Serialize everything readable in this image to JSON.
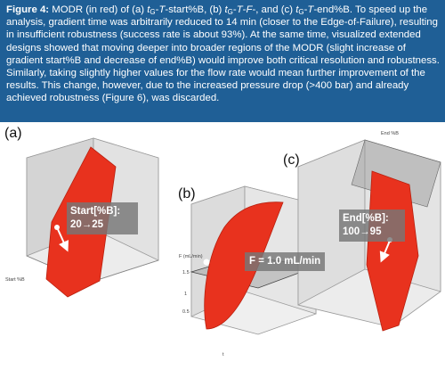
{
  "caption": {
    "label": "Figure 4:",
    "part1": " MODR (in red) of (a) ",
    "part2": "-start%B, (b) ",
    "part3": "-",
    "part4": "-, and (c) ",
    "part5": "-end%B. To speed up the analysis, gradient time was arbitrarily reduced to 14 min (closer to the Edge-of-Failure), resulting in insufficient robustness (success rate is about 93%). At the same time, visualized extended designs showed that moving deeper into broader regions of the MODR (slight increase of gradient start%B and decrease of end%B) would improve both critical resolution and robustness. Similarly, taking slightly higher values for the flow rate would mean further improvement of the results. This change, however, due to the increased pressure drop (>400 bar) and already achieved robustness (Figure 6), was discarded.",
    "t": "t",
    "sub": "G",
    "T": "T",
    "F": "F"
  },
  "panels": {
    "a": {
      "label": "(a)",
      "anno_line1": "Start[%B]:",
      "anno_line2": "20→25",
      "axis_label": "Start %B"
    },
    "b": {
      "label": "(b)",
      "anno_text": "F = 1.0 mL/min",
      "axis_label": "F (mL/min)",
      "axis_bottom": "t",
      "tick_15": "1.5",
      "tick_1": "1",
      "tick_05": "0.5"
    },
    "c": {
      "label": "(c)",
      "anno_line1": "End[%B]:",
      "anno_line2": "100→95",
      "axis_label": "End %B"
    }
  },
  "colors": {
    "caption_bg": "#1f5f96",
    "modr_red": "#e8321e",
    "annotation_gray": "#767676",
    "marker_white": "#ffffff"
  }
}
